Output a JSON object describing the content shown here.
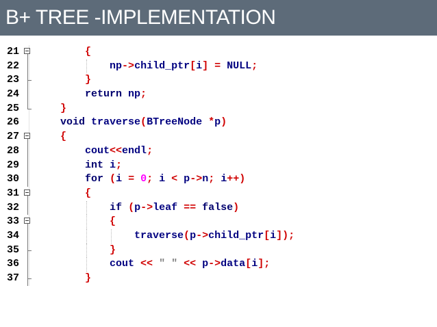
{
  "slide": {
    "title": "B+ TREE -IMPLEMENTATION"
  },
  "code": {
    "lines": [
      {
        "num": "21",
        "fold": "box",
        "indent": "        ",
        "parts": [
          {
            "t": "{",
            "c": "op"
          }
        ]
      },
      {
        "num": "22",
        "fold": "line",
        "indent": "            ",
        "parts": [
          {
            "t": "np",
            "c": "id"
          },
          {
            "t": "->",
            "c": "op"
          },
          {
            "t": "child_ptr",
            "c": "id"
          },
          {
            "t": "[",
            "c": "op"
          },
          {
            "t": "i",
            "c": "id"
          },
          {
            "t": "]",
            "c": "op"
          },
          {
            "t": " ",
            "c": "id"
          },
          {
            "t": "=",
            "c": "op"
          },
          {
            "t": " NULL",
            "c": "id"
          },
          {
            "t": ";",
            "c": "op"
          }
        ]
      },
      {
        "num": "23",
        "fold": "end",
        "indent": "        ",
        "parts": [
          {
            "t": "}",
            "c": "op"
          }
        ]
      },
      {
        "num": "24",
        "fold": "line",
        "indent": "        ",
        "parts": [
          {
            "t": "return",
            "c": "kw"
          },
          {
            "t": " np",
            "c": "id"
          },
          {
            "t": ";",
            "c": "op"
          }
        ]
      },
      {
        "num": "25",
        "fold": "close",
        "indent": "    ",
        "parts": [
          {
            "t": "}",
            "c": "op"
          }
        ]
      },
      {
        "num": "26",
        "fold": "none",
        "indent": "    ",
        "parts": [
          {
            "t": "void",
            "c": "kw"
          },
          {
            "t": " traverse",
            "c": "id"
          },
          {
            "t": "(",
            "c": "op"
          },
          {
            "t": "BTreeNode ",
            "c": "id"
          },
          {
            "t": "*",
            "c": "op"
          },
          {
            "t": "p",
            "c": "id"
          },
          {
            "t": ")",
            "c": "op"
          }
        ]
      },
      {
        "num": "27",
        "fold": "box",
        "indent": "    ",
        "parts": [
          {
            "t": "{",
            "c": "op"
          }
        ]
      },
      {
        "num": "28",
        "fold": "line",
        "indent": "        ",
        "parts": [
          {
            "t": "cout",
            "c": "id"
          },
          {
            "t": "<<",
            "c": "op"
          },
          {
            "t": "endl",
            "c": "id"
          },
          {
            "t": ";",
            "c": "op"
          }
        ]
      },
      {
        "num": "29",
        "fold": "line",
        "indent": "        ",
        "parts": [
          {
            "t": "int",
            "c": "kw"
          },
          {
            "t": " i",
            "c": "id"
          },
          {
            "t": ";",
            "c": "op"
          }
        ]
      },
      {
        "num": "30",
        "fold": "line",
        "indent": "        ",
        "parts": [
          {
            "t": "for",
            "c": "kw"
          },
          {
            "t": " ",
            "c": "id"
          },
          {
            "t": "(",
            "c": "op"
          },
          {
            "t": "i ",
            "c": "id"
          },
          {
            "t": "=",
            "c": "op"
          },
          {
            "t": " ",
            "c": "id"
          },
          {
            "t": "0",
            "c": "num"
          },
          {
            "t": ";",
            "c": "op"
          },
          {
            "t": " i ",
            "c": "id"
          },
          {
            "t": "<",
            "c": "op"
          },
          {
            "t": " p",
            "c": "id"
          },
          {
            "t": "->",
            "c": "op"
          },
          {
            "t": "n",
            "c": "id"
          },
          {
            "t": ";",
            "c": "op"
          },
          {
            "t": " i",
            "c": "id"
          },
          {
            "t": "++)",
            "c": "op"
          }
        ]
      },
      {
        "num": "31",
        "fold": "box",
        "indent": "        ",
        "parts": [
          {
            "t": "{",
            "c": "op"
          }
        ]
      },
      {
        "num": "32",
        "fold": "line",
        "indent": "            ",
        "parts": [
          {
            "t": "if",
            "c": "kw"
          },
          {
            "t": " ",
            "c": "id"
          },
          {
            "t": "(",
            "c": "op"
          },
          {
            "t": "p",
            "c": "id"
          },
          {
            "t": "->",
            "c": "op"
          },
          {
            "t": "leaf ",
            "c": "id"
          },
          {
            "t": "==",
            "c": "op"
          },
          {
            "t": " ",
            "c": "id"
          },
          {
            "t": "false",
            "c": "kw"
          },
          {
            "t": ")",
            "c": "op"
          }
        ]
      },
      {
        "num": "33",
        "fold": "box",
        "indent": "            ",
        "parts": [
          {
            "t": "{",
            "c": "op"
          }
        ]
      },
      {
        "num": "34",
        "fold": "line",
        "indent": "                ",
        "parts": [
          {
            "t": "traverse",
            "c": "id"
          },
          {
            "t": "(",
            "c": "op"
          },
          {
            "t": "p",
            "c": "id"
          },
          {
            "t": "->",
            "c": "op"
          },
          {
            "t": "child_ptr",
            "c": "id"
          },
          {
            "t": "[",
            "c": "op"
          },
          {
            "t": "i",
            "c": "id"
          },
          {
            "t": "]);",
            "c": "op"
          }
        ]
      },
      {
        "num": "35",
        "fold": "end",
        "indent": "            ",
        "parts": [
          {
            "t": "}",
            "c": "op"
          }
        ]
      },
      {
        "num": "36",
        "fold": "line",
        "indent": "            ",
        "parts": [
          {
            "t": "cout ",
            "c": "id"
          },
          {
            "t": "<<",
            "c": "op"
          },
          {
            "t": " ",
            "c": "id"
          },
          {
            "t": "\" \"",
            "c": "str"
          },
          {
            "t": " ",
            "c": "id"
          },
          {
            "t": "<<",
            "c": "op"
          },
          {
            "t": " p",
            "c": "id"
          },
          {
            "t": "->",
            "c": "op"
          },
          {
            "t": "data",
            "c": "id"
          },
          {
            "t": "[",
            "c": "op"
          },
          {
            "t": "i",
            "c": "id"
          },
          {
            "t": "];",
            "c": "op"
          }
        ]
      },
      {
        "num": "37",
        "fold": "end",
        "indent": "        ",
        "parts": [
          {
            "t": "}",
            "c": "op"
          }
        ]
      }
    ]
  },
  "colors": {
    "header": "#5d6b79",
    "keyword": "#00006e",
    "operator": "#d00000",
    "identifier": "#000080",
    "number": "#ff00ff",
    "string": "#808080"
  }
}
